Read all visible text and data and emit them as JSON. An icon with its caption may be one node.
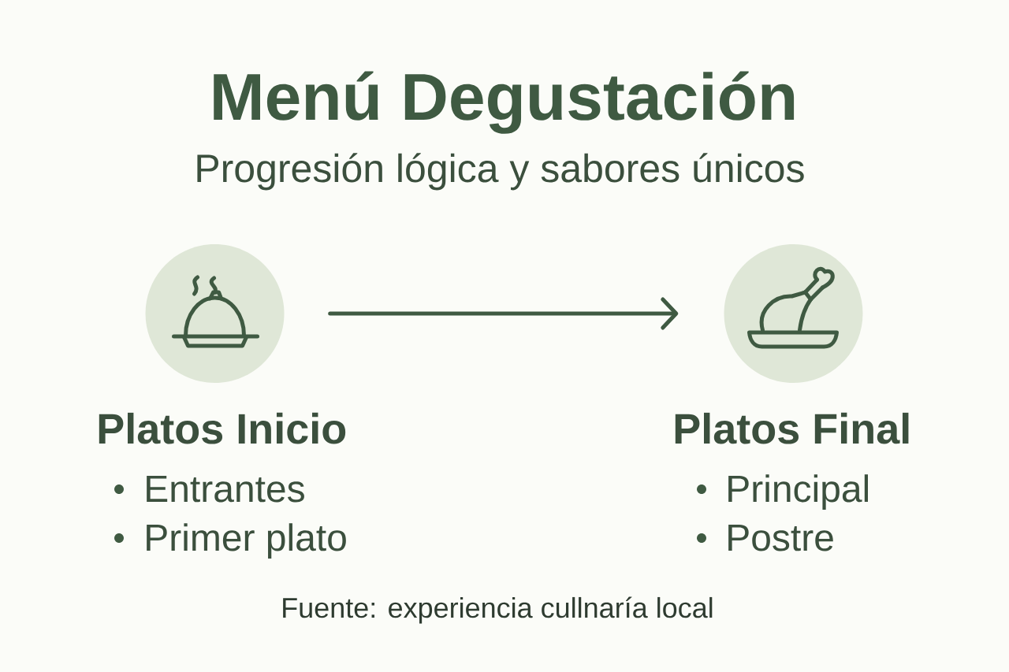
{
  "diagram": {
    "title": "Menú Degustación",
    "labels": [
      "Progresión lógica y sabores únicos"
    ],
    "nodes": [
      {
        "text": [
          "Platos Inicio",
          "Entrantes",
          "Primer plato"
        ]
      },
      {
        "text": [
          "Platos Final",
          "Principal",
          "Postre"
        ]
      }
    ],
    "edges": [
      {
        "from": 0,
        "to": 1,
        "arrow": "to"
      }
    ],
    "caption": "Fuente: experiencia cullnaría local"
  }
}
